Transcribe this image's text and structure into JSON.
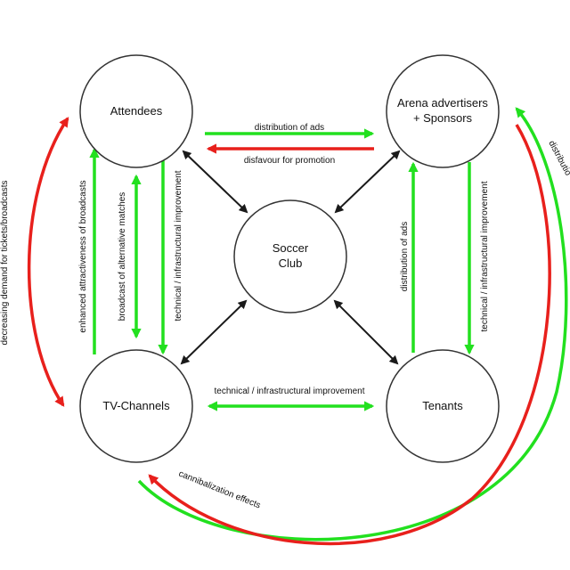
{
  "nodes": {
    "attendees": "Attendees",
    "advertisers_line1": "Arena advertisers",
    "advertisers_line2": "+ Sponsors",
    "soccer_line1": "Soccer",
    "soccer_line2": "Club",
    "tv": "TV-Channels",
    "tenants": "Tenants"
  },
  "edges": {
    "distribution_of_ads_top": "distribution of ads",
    "disfavour": "disfavour for promotion",
    "enhanced": "enhanced attractiveness of broadcasts",
    "broadcast_alt": "broadcast of alternative matches",
    "tech_left": "technical / infrastructural improvement",
    "distribution_of_ads_right": "distribution of ads",
    "tech_right": "technical / infrastructural improvement",
    "tech_bottom": "technical / infrastructural improvement",
    "cannibalization": "cannibalization effects",
    "decreasing": "decreasing demand for tickets/broadcasts",
    "distribution_cut": "distributio"
  },
  "colors": {
    "green": "#22e01f",
    "red": "#e8201c",
    "black": "#1a1a1a"
  }
}
